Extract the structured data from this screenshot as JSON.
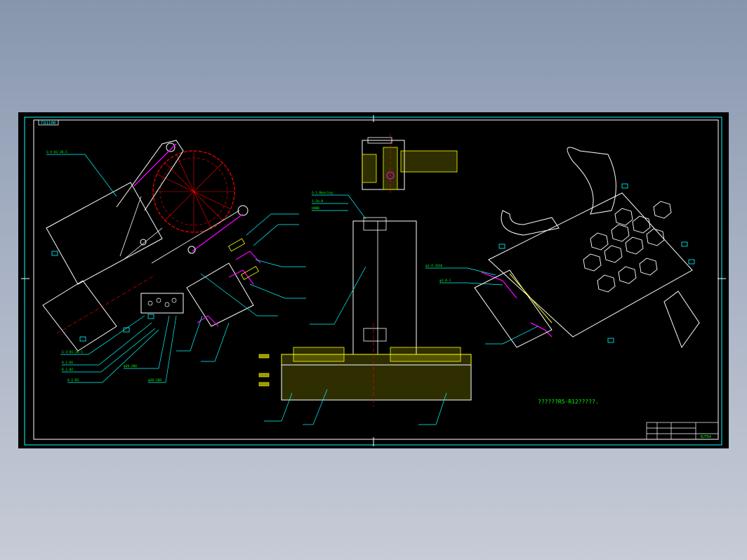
{
  "colors": {
    "background": "#8796ad",
    "canvas": "#000000",
    "frame": "#00ffff",
    "outline": "#ffffff",
    "leader": "#00ffff",
    "dimension": "#00ff00",
    "center": "#ff0000",
    "section": "#ffff00",
    "highlight": "#ff00ff"
  },
  "drawing": {
    "sheet_code": "TO1100",
    "caption": "??????R5-R12?????.",
    "title_block": {
      "drawing_no": "BJT04"
    },
    "callouts_left": [
      "G-4-01-20.5",
      "G-3-01-20.5",
      "0.1-B1",
      "0.1-B2",
      "0.1-B3",
      "φ20-200",
      "φ20-200"
    ],
    "callouts_mid": [
      "G-1-Bearing",
      "1.5m-B",
      "HABB"
    ],
    "callouts_right": [
      "φ1-A-1016",
      "φ1-A-1"
    ]
  }
}
